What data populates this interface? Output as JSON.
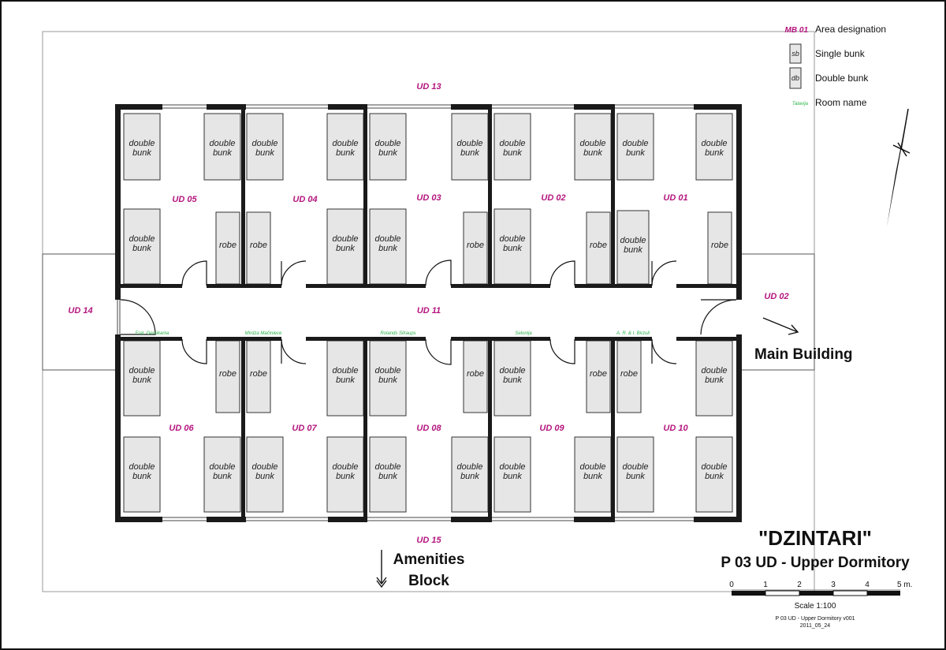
{
  "legend": {
    "area_code": "MB 01",
    "area_label": "Area designation",
    "single_code": "sb",
    "single_label": "Single bunk",
    "double_code": "db",
    "double_label": "Double bunk",
    "room_code": "Talavija",
    "room_label": "Room name"
  },
  "title": {
    "name": "\"DZINTARI\"",
    "subtitle": "P 03 UD - Upper Dormitory"
  },
  "scale": {
    "ticks": [
      "0",
      "1",
      "2",
      "3",
      "4",
      "5 m."
    ],
    "label": "Scale 1:100",
    "file_name": "P 03 UD - Upper Dormitory v001",
    "date": "2011_05_24"
  },
  "outside": {
    "main_building": "Main Building",
    "amenities_line1": "Amenities",
    "amenities_line2": "Block"
  },
  "areas": {
    "ud01": "UD 01",
    "ud02": "UD 02",
    "ud03": "UD 03",
    "ud04": "UD 04",
    "ud05": "UD 05",
    "ud06": "UD 06",
    "ud07": "UD 07",
    "ud08": "UD 08",
    "ud09": "UD 09",
    "ud10": "UD 10",
    "ud11": "UD 11",
    "ud13": "UD 13",
    "ud14": "UD 14",
    "ud15": "UD 15",
    "ud02_outside": "UD 02"
  },
  "room_names": {
    "ud06": "Frat. Gersikania",
    "ud07": "Mirdza Mačiniece",
    "ud08": "Rolands Silraups",
    "ud09": "Selonija",
    "ud10": "A. R. & I. Birzuli"
  },
  "furniture": {
    "double_line1": "double",
    "double_line2": "bunk",
    "robe": "robe"
  }
}
